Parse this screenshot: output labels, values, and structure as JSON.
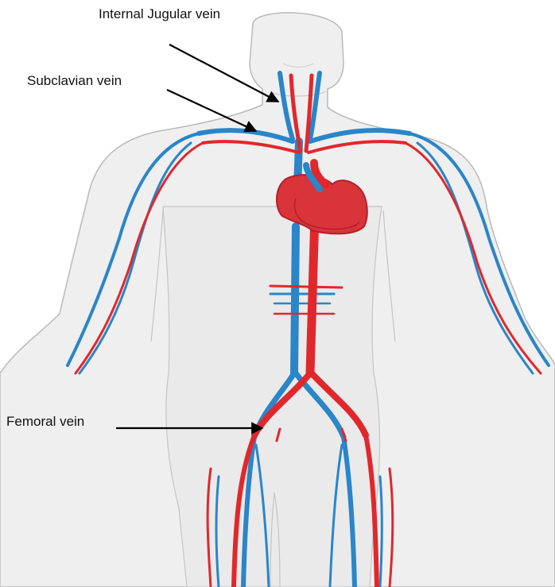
{
  "labels": {
    "internal_jugular": "Internal Jugular vein",
    "subclavian": "Subclavian vein",
    "femoral": "Femoral vein"
  },
  "colors": {
    "body_fill": "#efefef",
    "body_outline": "#b9b9b9",
    "artery": "#e0282c",
    "vein": "#2a85c9",
    "heart": "#d8343a",
    "heart_dark": "#b51e2a",
    "pointer": "#000000"
  }
}
